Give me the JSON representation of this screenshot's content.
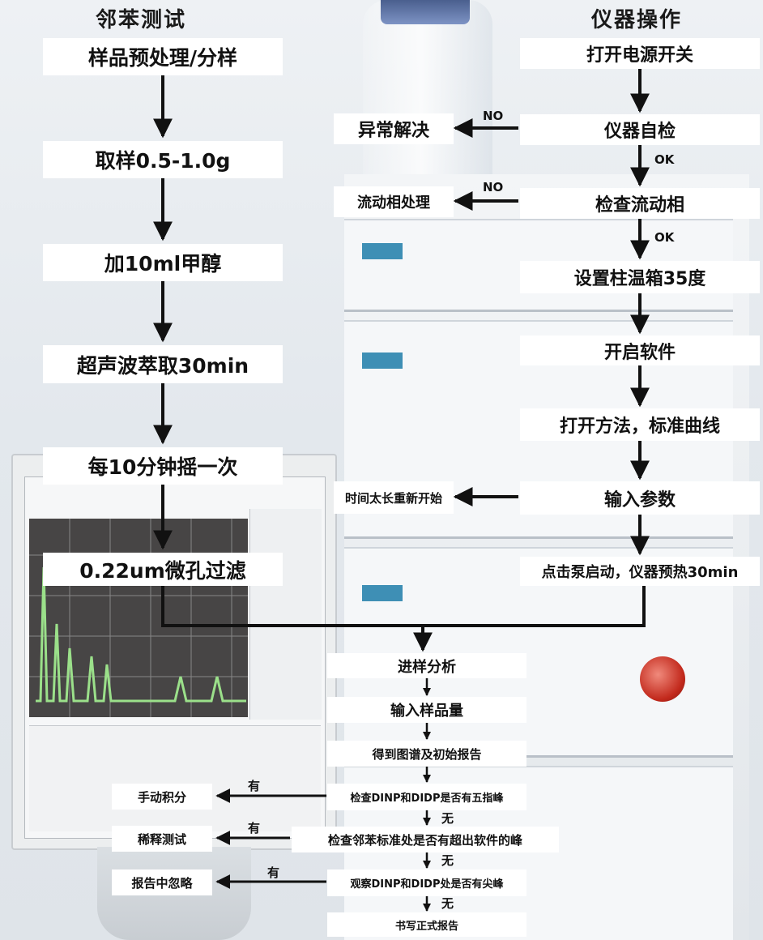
{
  "left_column": {
    "header": "邻苯测试",
    "steps": [
      "样品预处理/分样",
      "取样0.5-1.0g",
      "加10ml甲醇",
      "超声波萃取30min",
      "每10分钟摇一次",
      "0.22um微孔过滤"
    ]
  },
  "right_column": {
    "header": "仪器操作",
    "steps": [
      "打开电源开关",
      "仪器自检",
      "检查流动相",
      "设置柱温箱35度",
      "开启软件",
      "打开方法，标准曲线",
      "输入参数",
      "点击泵启动，仪器预热30min"
    ],
    "side_boxes": [
      "异常解决",
      "流动相处理",
      "时间太长重新开始"
    ],
    "labels": {
      "no1": "NO",
      "ok1": "OK",
      "no2": "NO",
      "ok2": "OK"
    }
  },
  "bottom_flow": {
    "steps": [
      "进样分析",
      "输入样品量",
      "得到图谱及初始报告",
      "检查DINP和DIDP是否有五指峰",
      "检查邻苯标准处是否有超出软件的峰",
      "观察DINP和DIDP处是否有尖峰",
      "书写正式报告"
    ],
    "side_boxes": [
      "手动积分",
      "稀释测试",
      "报告中忽略"
    ],
    "labels": {
      "yes1": "有",
      "no1": "无",
      "yes2": "有",
      "no2": "无",
      "yes3": "有",
      "no3": "无"
    }
  }
}
